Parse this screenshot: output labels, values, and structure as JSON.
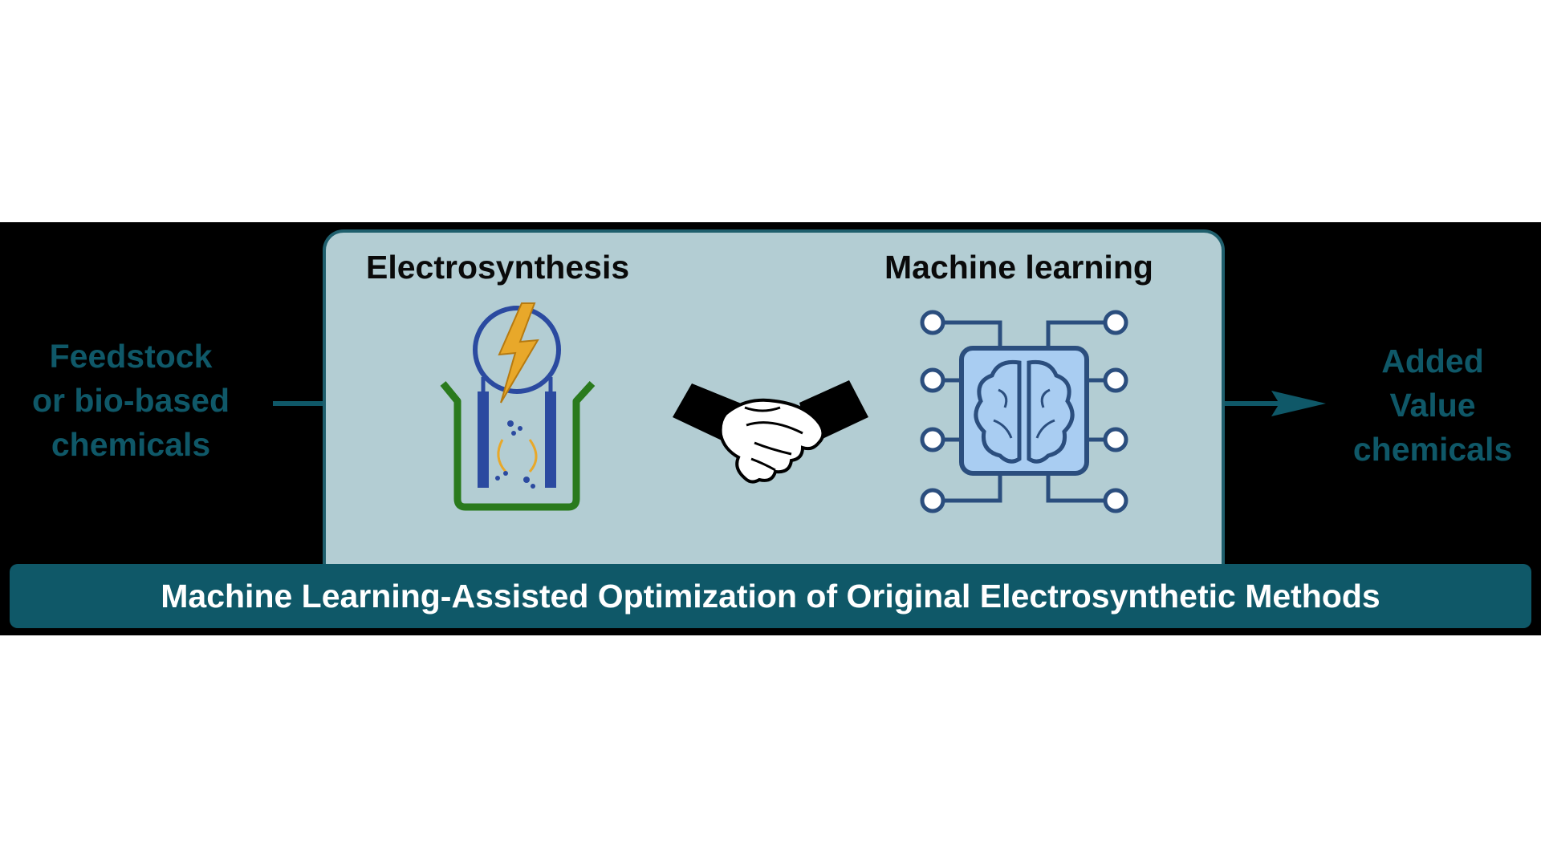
{
  "input_label": [
    "Feedstock",
    "or bio-based",
    "chemicals"
  ],
  "output_label": [
    "Added",
    "Value",
    "chemicals"
  ],
  "left_heading": "Electrosynthesis",
  "right_heading": "Machine learning",
  "bottom_title": "Machine Learning-Assisted Optimization of Original Electrosynthetic Methods",
  "icons": [
    "electrochemical-cell-icon",
    "lightning-bolt-icon",
    "handshake-icon",
    "circuit-brain-icon"
  ],
  "colors": {
    "teal": "#0f5868",
    "panel": "#b3cdd3",
    "cell_green": "#2a7a1d",
    "electrode_blue": "#2b4aa0",
    "bolt_yellow": "#e8a82a",
    "chip_blue": "#a9cdf2",
    "circuit_navy": "#2b4e7e"
  }
}
